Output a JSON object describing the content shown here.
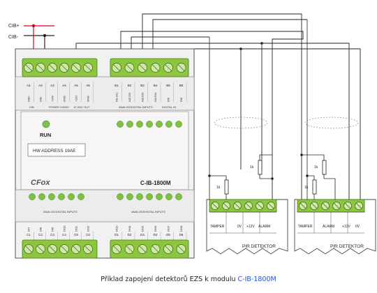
{
  "bus": {
    "plus_label": "CIB+",
    "minus_label": "CIB-"
  },
  "module": {
    "top_left_terminals": [
      {
        "id": "A1",
        "signal": "CIB+"
      },
      {
        "id": "A2",
        "signal": "CIB-"
      },
      {
        "id": "A3",
        "signal": "+24V"
      },
      {
        "id": "A4",
        "signal": "GND"
      },
      {
        "id": "A5",
        "signal": "+12V"
      },
      {
        "id": "A6",
        "signal": "GND"
      }
    ],
    "top_left_group_labels": [
      "CIB",
      "POWER 24VDC",
      "12 VDC OUT"
    ],
    "top_right_terminals": [
      {
        "id": "B1",
        "signal": "AI1 DI1"
      },
      {
        "id": "B2",
        "signal": "AI2 DI2"
      },
      {
        "id": "B3",
        "signal": "AI3 DI3"
      },
      {
        "id": "B4",
        "signal": "AI4 DI4"
      },
      {
        "id": "B5",
        "signal": "DI5"
      },
      {
        "id": "B6",
        "signal": "DI6"
      }
    ],
    "top_right_group_labels": [
      "ANALOG/DIGITAL INPUTS",
      "DIGITAL IN"
    ],
    "run_label": "RUN",
    "hw_address": "HW ADDRESS 19AE",
    "brand": "CFox",
    "model": "C-IB-1800M",
    "bottom_left_label": "ANALOG/DIGITAL INPUTS",
    "bottom_right_label": "ANALOG/DIGITAL INPUTS",
    "bottom_left_terminals": [
      {
        "id": "C1",
        "signal": "DI7"
      },
      {
        "id": "C2",
        "signal": "DI8"
      },
      {
        "id": "C3",
        "signal": "DI9"
      },
      {
        "id": "C4",
        "signal": "DI10"
      },
      {
        "id": "C5",
        "signal": "DI11"
      },
      {
        "id": "C6",
        "signal": "DI12"
      }
    ],
    "bottom_right_terminals": [
      {
        "id": "D1",
        "signal": "DI13"
      },
      {
        "id": "D2",
        "signal": "DI14"
      },
      {
        "id": "D3",
        "signal": "DI15"
      },
      {
        "id": "D4",
        "signal": "DI16"
      },
      {
        "id": "D5",
        "signal": "DI17"
      },
      {
        "id": "D6",
        "signal": "DI18"
      }
    ]
  },
  "detectors": [
    {
      "name": "PIR DETEKTOR",
      "resistor_label": "1k",
      "terminals": [
        "TAMPER",
        "0V",
        "+12V",
        "ALARM"
      ]
    },
    {
      "name": "PIR DETEKTOR",
      "resistor_label": "1k",
      "terminals": [
        "TAMPER",
        "ALARM",
        "+12V",
        "0V"
      ]
    }
  ],
  "caption": {
    "text": "Příklad zapojení detektorů EZS k modulu ",
    "model": "C-IB-1800M"
  },
  "colors": {
    "terminal_green": "#8cc63f",
    "terminal_dark": "#6fa52e",
    "led_green": "#7dc242",
    "cib_plus_wire": "#d0021b",
    "wire": "#222222",
    "module_body": "#f0f0f0",
    "caption_model": "#2a54c7"
  }
}
